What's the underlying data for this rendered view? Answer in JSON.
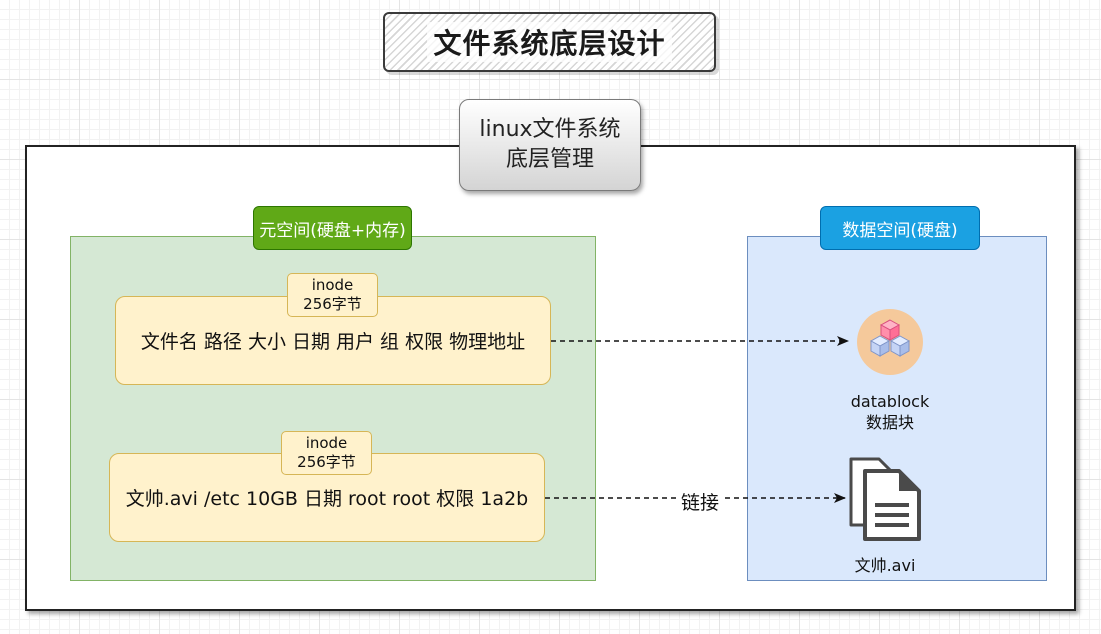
{
  "title": "文件系统底层设计",
  "container": {
    "label_line1": "linux文件系统",
    "label_line2": "底层管理"
  },
  "metadata_space": {
    "label": "元空间(硬盘+内存)",
    "rows": [
      {
        "tag_line1": "inode",
        "tag_line2": "256字节",
        "text": "文件名 路径 大小 日期 用户 组 权限 物理地址"
      },
      {
        "tag_line1": "inode",
        "tag_line2": "256字节",
        "text": "文帅.avi /etc 10GB 日期 root root 权限 1a2b"
      }
    ]
  },
  "data_space": {
    "label": "数据空间(硬盘)",
    "datablock_line1": "datablock",
    "datablock_line2": "数据块",
    "datablock_icon": "cubes-icon",
    "file_label": "文帅.avi",
    "file_icon": "document-icon"
  },
  "link_label": "链接",
  "colors": {
    "meta_fill": "#d5e8d4",
    "meta_border": "#82b366",
    "meta_tag": "#60a917",
    "data_fill": "#dae8fc",
    "data_border": "#6c8ebf",
    "data_tag": "#1ba1e2",
    "row_fill": "#fff2cc",
    "row_border": "#d6b656",
    "datablock_circle": "#f5c99b"
  }
}
